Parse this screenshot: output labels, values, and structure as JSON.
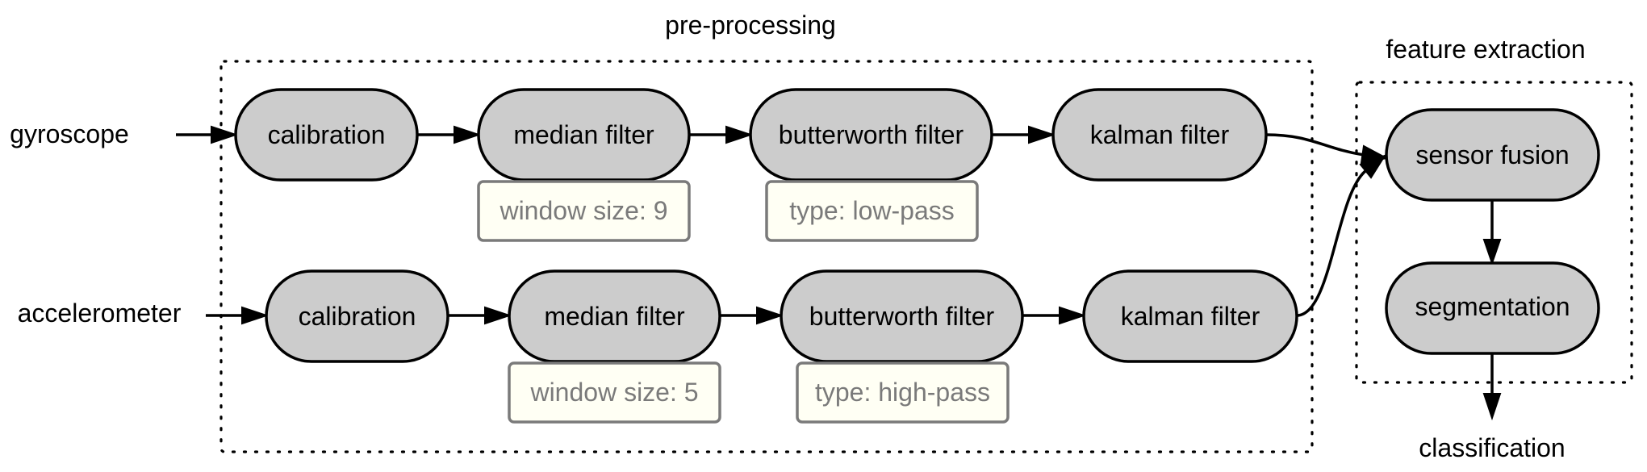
{
  "clusters": {
    "preprocessing": "pre-processing",
    "feature_extraction": "feature extraction"
  },
  "inputs": {
    "gyroscope": "gyroscope",
    "accelerometer": "accelerometer"
  },
  "gyro_chain": {
    "calibration": "calibration",
    "median": "median filter",
    "butterworth": "butterworth filter",
    "kalman": "kalman filter",
    "median_note": "window size: 9",
    "butterworth_note": "type: low-pass"
  },
  "accel_chain": {
    "calibration": "calibration",
    "median": "median filter",
    "butterworth": "butterworth filter",
    "kalman": "kalman filter",
    "median_note": "window size: 5",
    "butterworth_note": "type: high-pass"
  },
  "features": {
    "fusion": "sensor fusion",
    "segmentation": "segmentation"
  },
  "output": {
    "classification": "classification"
  },
  "colors": {
    "node_fill": "#cccccc",
    "note_fill": "#fffff4",
    "note_text": "#7a7a7a"
  }
}
